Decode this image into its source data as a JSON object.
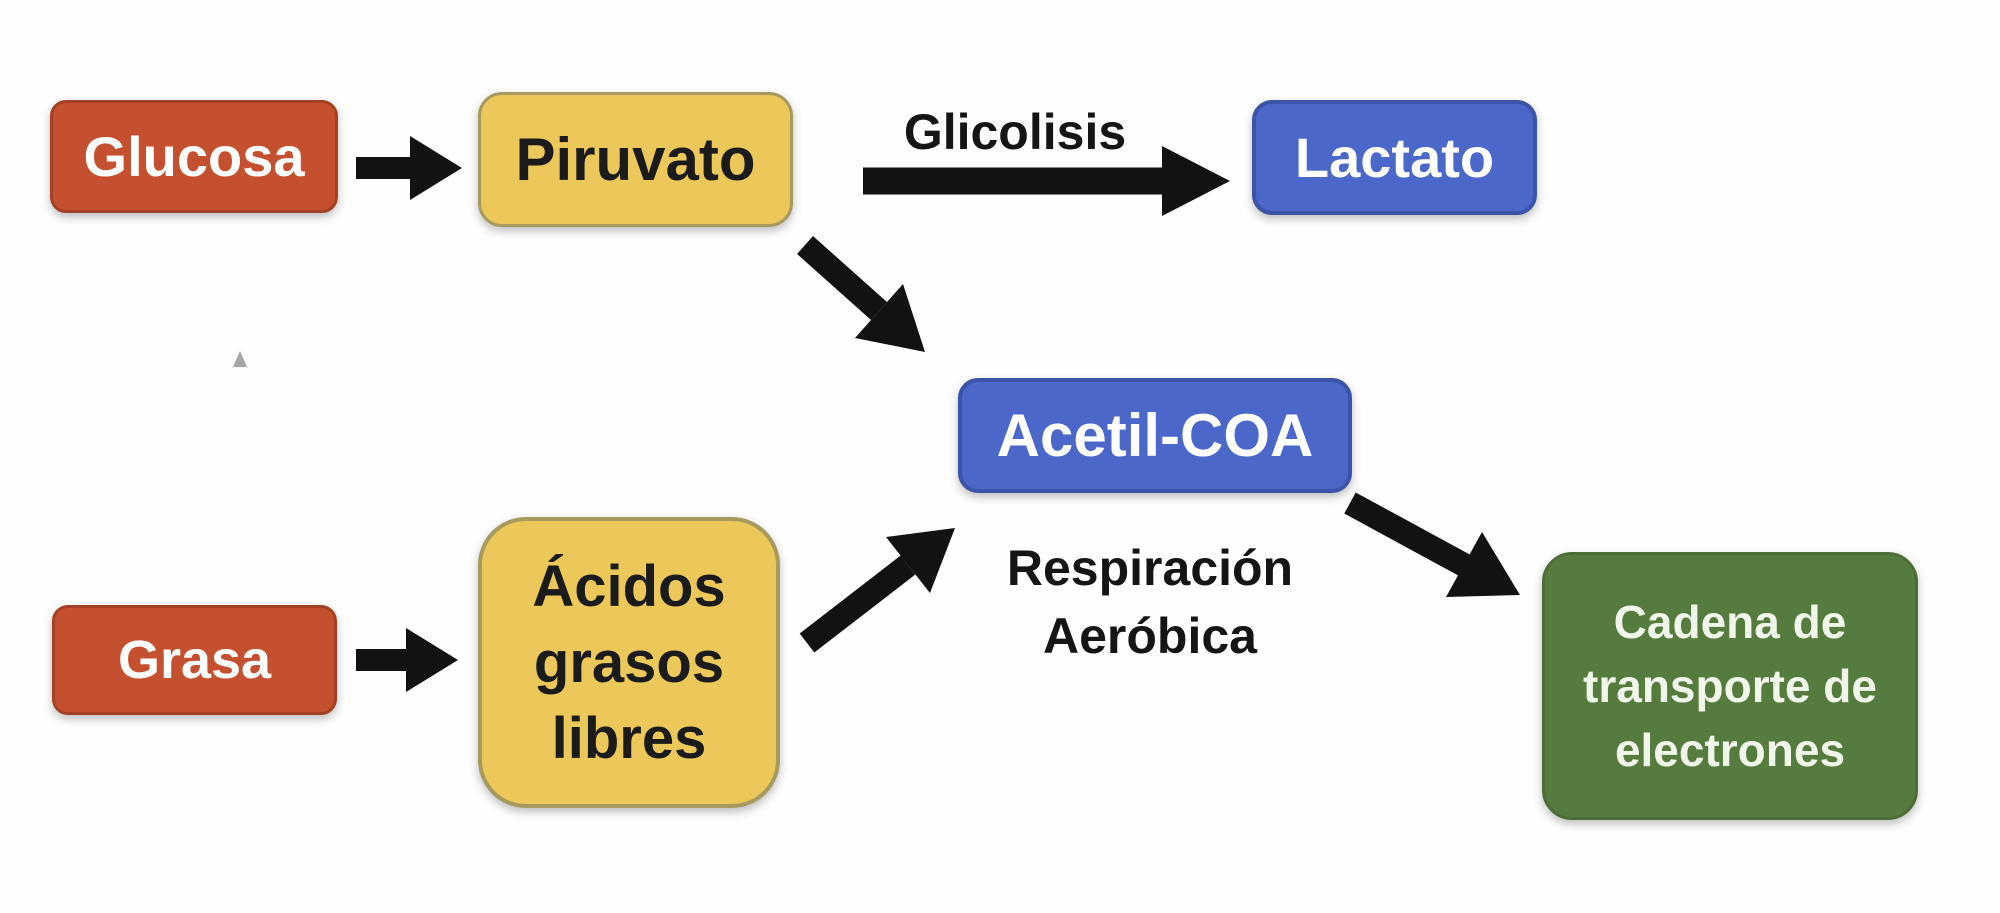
{
  "diagram": {
    "background": "#FEFEFE",
    "arrow_color": "#121212",
    "nodes": {
      "glucosa": {
        "label": "Glucosa",
        "fill": "#C5502F",
        "text_color": "#FFFFFF"
      },
      "piruvato": {
        "label": "Piruvato",
        "fill": "#ECC85A",
        "text_color": "#1B1B1B"
      },
      "lactato": {
        "label": "Lactato",
        "fill": "#4A67C9",
        "text_color": "#FFFFFF"
      },
      "acetil_coa": {
        "label": "Acetil-COA",
        "fill": "#4A67C9",
        "text_color": "#FFFFFF"
      },
      "grasa": {
        "label": "Grasa",
        "fill": "#C5502F",
        "text_color": "#FFFFFF"
      },
      "acidos_grasos_libres": {
        "lines": [
          "Ácidos",
          "grasos",
          "libres"
        ],
        "fill": "#ECC85A",
        "text_color": "#1B1B1B"
      },
      "cadena_transporte": {
        "lines": [
          "Cadena de",
          "transporte de",
          "electrones"
        ],
        "fill": "#567B3E",
        "text_color": "#F1F6EA"
      }
    },
    "captions": {
      "glicolisis": "Glicolisis",
      "respiracion": {
        "lines": [
          "Respiración",
          "Aeróbica"
        ]
      }
    },
    "edges": [
      {
        "from": "Glucosa",
        "to": "Piruvato"
      },
      {
        "from": "Piruvato",
        "to": "Lactato",
        "label": "Glicolisis"
      },
      {
        "from": "Piruvato",
        "to": "Acetil-COA"
      },
      {
        "from": "Grasa",
        "to": "Ácidos grasos libres"
      },
      {
        "from": "Ácidos grasos libres",
        "to": "Acetil-COA"
      },
      {
        "from": "Acetil-COA",
        "to": "Cadena de transporte de electrones",
        "label": "Respiración Aeróbica"
      }
    ]
  }
}
